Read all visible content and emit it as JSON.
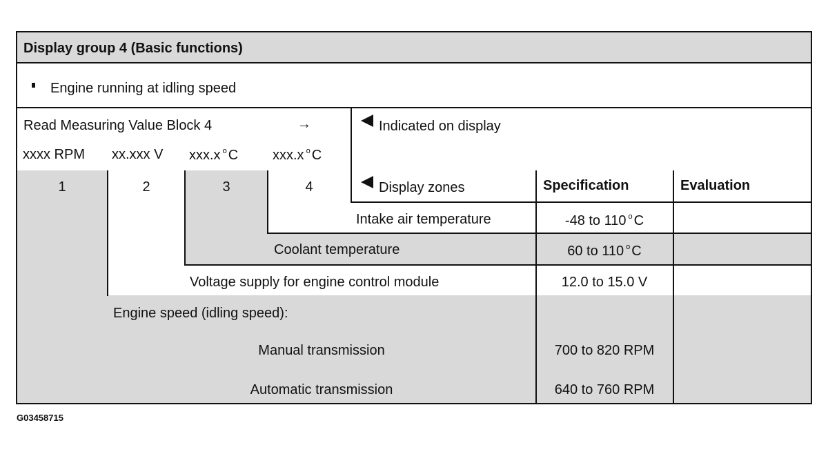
{
  "header": {
    "title": "Display group 4 (Basic functions)"
  },
  "condition": {
    "text": "Engine running at idling speed"
  },
  "measuring": {
    "read_label": "Read Measuring Value Block 4",
    "arrow": "→",
    "fields": [
      {
        "value": "xxxx RPM",
        "unit": ""
      },
      {
        "value": "xx.xxx V",
        "unit": ""
      },
      {
        "value": "xxx.x",
        "unit": "C"
      },
      {
        "value": "xxx.x",
        "unit": "C"
      }
    ],
    "indicated_label": "Indicated on display"
  },
  "zones": {
    "numbers": [
      "1",
      "2",
      "3",
      "4"
    ],
    "label": "Display zones",
    "spec_header": "Specification",
    "eval_header": "Evaluation"
  },
  "rows": [
    {
      "name": "Intake air temperature",
      "spec": "-48 to 110",
      "spec_unit": "C"
    },
    {
      "name": "Coolant temperature",
      "spec": "60 to 110",
      "spec_unit": "C"
    },
    {
      "name": "Voltage supply for engine control module",
      "spec": "12.0 to 15.0 V",
      "spec_unit": ""
    }
  ],
  "engine_speed": {
    "label": "Engine speed (idling speed):",
    "manual": {
      "name": "Manual transmission",
      "spec": "700 to 820 RPM"
    },
    "automatic": {
      "name": "Automatic transmission",
      "spec": "640 to 760 RPM"
    }
  },
  "figure_id": "G03458715",
  "colors": {
    "gray_fill": "#d9d9d9",
    "line": "#111111"
  }
}
